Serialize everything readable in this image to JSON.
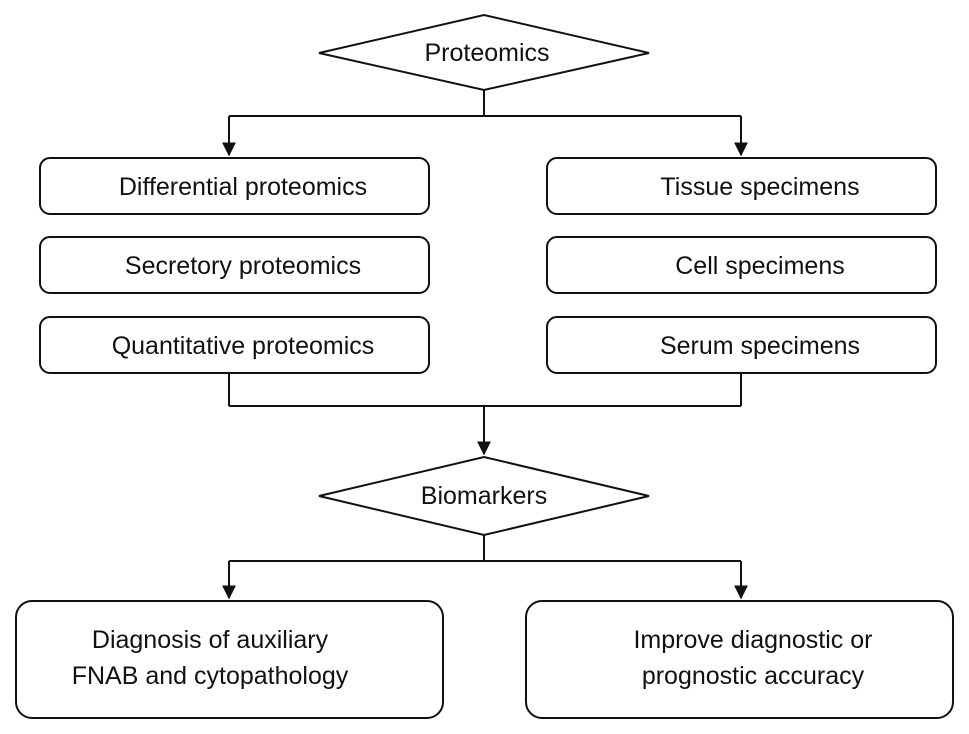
{
  "diagram": {
    "top_node": "Proteomics",
    "left_column": [
      "Differential proteomics",
      "Secretory proteomics",
      "Quantitative proteomics"
    ],
    "right_column": [
      "Tissue specimens",
      "Cell specimens",
      "Serum specimens"
    ],
    "middle_node": "Biomarkers",
    "outcomes": {
      "left": [
        "Diagnosis of auxiliary",
        "FNAB and cytopathology"
      ],
      "right": [
        "Improve diagnostic or",
        "prognostic accuracy"
      ]
    }
  }
}
